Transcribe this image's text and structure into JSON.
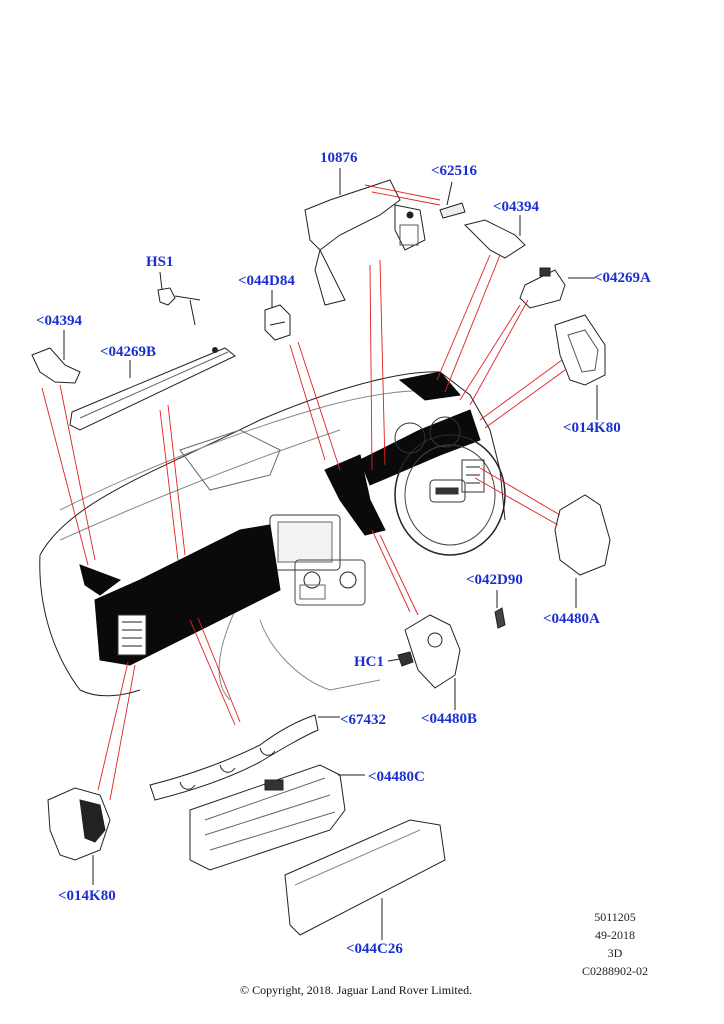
{
  "callouts": {
    "c10876": "10876",
    "c62516": "<62516",
    "c04394_top": "<04394",
    "c04269A": "<04269A",
    "cHS1": "HS1",
    "c044D84": "<044D84",
    "c04394_left": "<04394",
    "c04269B": "<04269B",
    "c014K80_right": "<014K80",
    "c042D90": "<042D90",
    "c04480A": "<04480A",
    "cHC1": "HC1",
    "c04480B": "<04480B",
    "c67432": "<67432",
    "c04480C": "<04480C",
    "c014K80_left": "<014K80",
    "c044C26": "<044C26"
  },
  "meta": {
    "line1": "5011205",
    "line2": "49-2018",
    "line3": "3D",
    "line4": "C0288902-02"
  },
  "copyright": "© Copyright, 2018. Jaguar Land Rover Limited.",
  "colors": {
    "callout_text": "#1a2fd1",
    "leader_line": "#e02020",
    "outline": "#222222"
  }
}
